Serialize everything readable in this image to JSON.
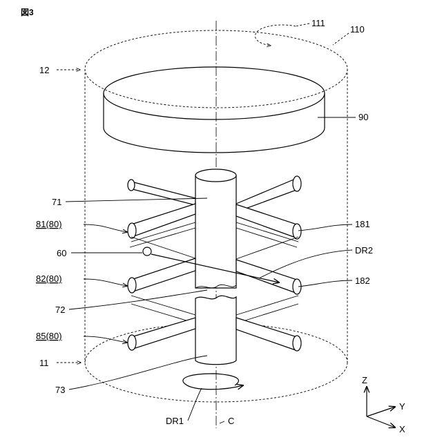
{
  "figure": {
    "title": "図3",
    "labels": {
      "l111": "111",
      "l110": "110",
      "l12": "12",
      "l90": "90",
      "l71": "71",
      "l81": "81(80)",
      "l181": "181",
      "l60": "60",
      "lDR2": "DR2",
      "l82": "82(80)",
      "l182": "182",
      "l72": "72",
      "l85": "85(80)",
      "l11": "11",
      "l73": "73",
      "lDR1": "DR1",
      "lC": "C",
      "lZ": "Z",
      "lY": "Y",
      "lX": "X"
    }
  }
}
